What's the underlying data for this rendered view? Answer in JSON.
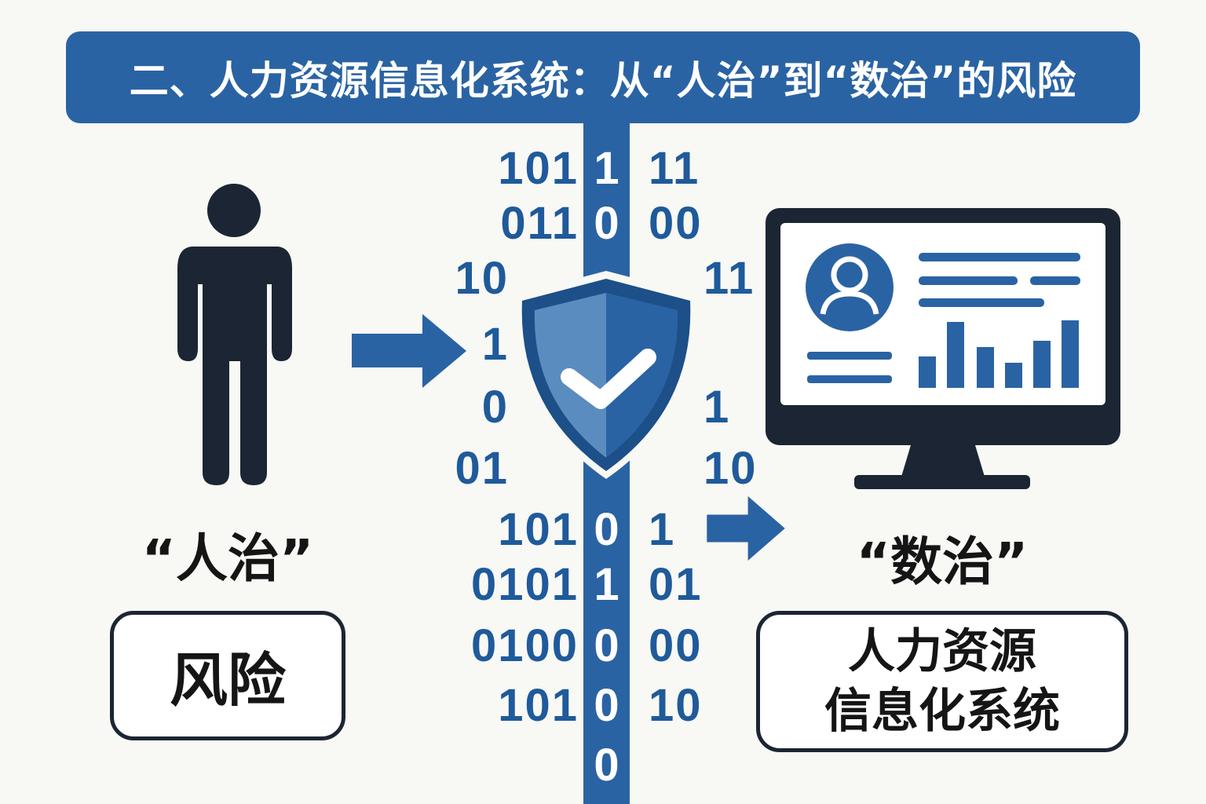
{
  "title": "二、人力资源信息化系统：从“人治”到“数治”的风险",
  "left": {
    "label": "“人治”",
    "box": "风险"
  },
  "right": {
    "label": "“数治”",
    "box_line1": "人力资源",
    "box_line2": "信息化系统"
  },
  "binary": {
    "left_rows": [
      "101",
      "011",
      "10",
      "1",
      "0",
      "01",
      "101",
      "0101",
      "0100",
      "101"
    ],
    "center_rows": [
      "1",
      "0",
      "0",
      "1",
      "0",
      "0",
      "0"
    ],
    "right_rows": [
      "11",
      "00",
      "11",
      "",
      "1",
      "10",
      "1",
      "01",
      "00",
      "10"
    ]
  },
  "colors": {
    "accent": "#2a63a3",
    "dark": "#1c2533",
    "background": "#f8f8f4"
  },
  "icons": [
    "person-icon",
    "arrow-right-icon",
    "shield-check-icon",
    "monitor-dashboard-icon"
  ]
}
